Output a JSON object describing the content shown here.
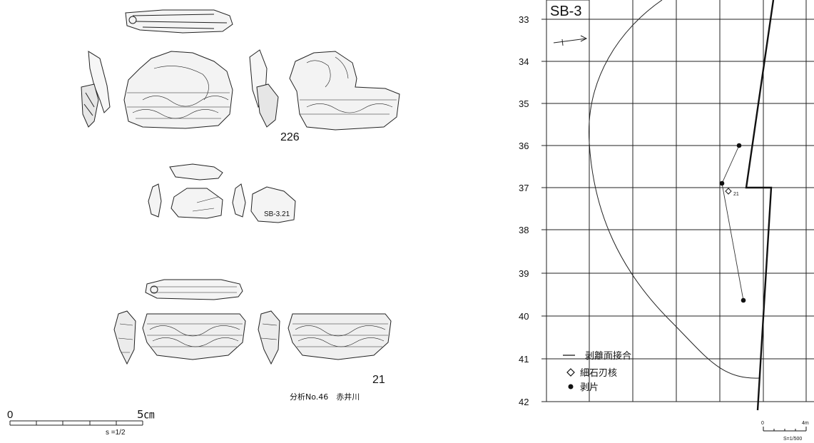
{
  "left_figure": {
    "artifact_numbers": [
      "226",
      "21"
    ],
    "refit_label": "SB-3.21",
    "analysis_caption": "分析No.46　赤井川",
    "scale": {
      "zero": "0",
      "end": "5㎝",
      "ratio": "s =1/2"
    }
  },
  "right_figure": {
    "title": "SB-3",
    "row_labels": [
      "33",
      "34",
      "35",
      "36",
      "37",
      "38",
      "39",
      "40",
      "41",
      "42"
    ],
    "artifact_label": "21",
    "legend": [
      {
        "symbol": "line",
        "label": "剥離面接合"
      },
      {
        "symbol": "diamond",
        "label": "細石刃核"
      },
      {
        "symbol": "dot",
        "label": "剥片"
      }
    ],
    "scale": {
      "zero": "0",
      "end": "4m",
      "ratio": "S=1/500"
    }
  }
}
